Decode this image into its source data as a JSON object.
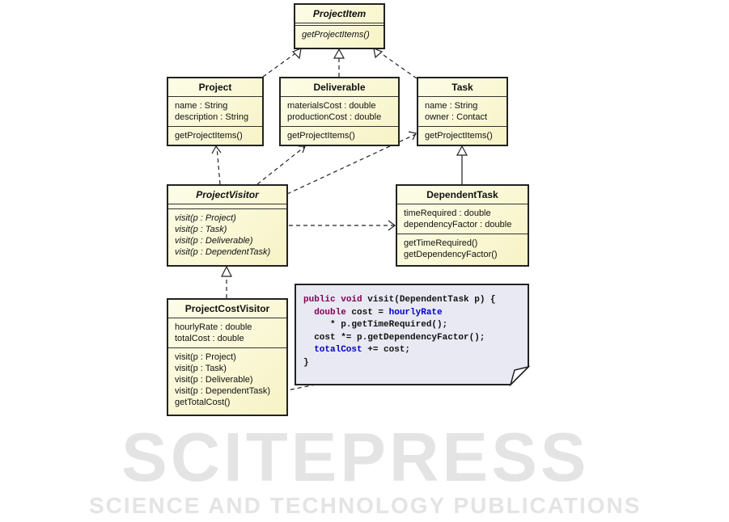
{
  "watermark": {
    "line1": "SCITEPRESS",
    "line2": "SCIENCE AND TECHNOLOGY PUBLICATIONS"
  },
  "classes": {
    "project_item": {
      "name": "ProjectItem",
      "methods": [
        "getProjectItems()"
      ]
    },
    "project": {
      "name": "Project",
      "attributes": [
        "name : String",
        "description : String"
      ],
      "methods": [
        "getProjectItems()"
      ]
    },
    "deliverable": {
      "name": "Deliverable",
      "attributes": [
        "materialsCost : double",
        "productionCost : double"
      ],
      "methods": [
        "getProjectItems()"
      ]
    },
    "task": {
      "name": "Task",
      "attributes": [
        "name : String",
        "owner : Contact"
      ],
      "methods": [
        "getProjectItems()"
      ]
    },
    "project_visitor": {
      "name": "ProjectVisitor",
      "methods": [
        "visit(p : Project)",
        "visit(p : Task)",
        "visit(p : Deliverable)",
        "visit(p : DependentTask)"
      ]
    },
    "dependent_task": {
      "name": "DependentTask",
      "attributes": [
        "timeRequired : double",
        "dependencyFactor : double"
      ],
      "methods": [
        "getTimeRequired()",
        "getDependencyFactor()"
      ]
    },
    "project_cost_visitor": {
      "name": "ProjectCostVisitor",
      "attributes": [
        "hourlyRate : double",
        "totalCost : double"
      ],
      "methods": [
        "visit(p : Project)",
        "visit(p : Task)",
        "visit(p : Deliverable)",
        "visit(p : DependentTask)",
        "getTotalCost()"
      ]
    }
  },
  "note": {
    "kw_public": "public",
    "kw_void": "void",
    "sig": " visit(DependentTask p) {",
    "kw_double": "double",
    "l2a": " cost = ",
    "f_hourly": "hourlyRate",
    "l3": "* p.getTimeRequired();",
    "l4": "cost *= p.getDependencyFactor();",
    "f_total": "totalCost",
    "l5b": " += cost;",
    "l6": "}"
  }
}
